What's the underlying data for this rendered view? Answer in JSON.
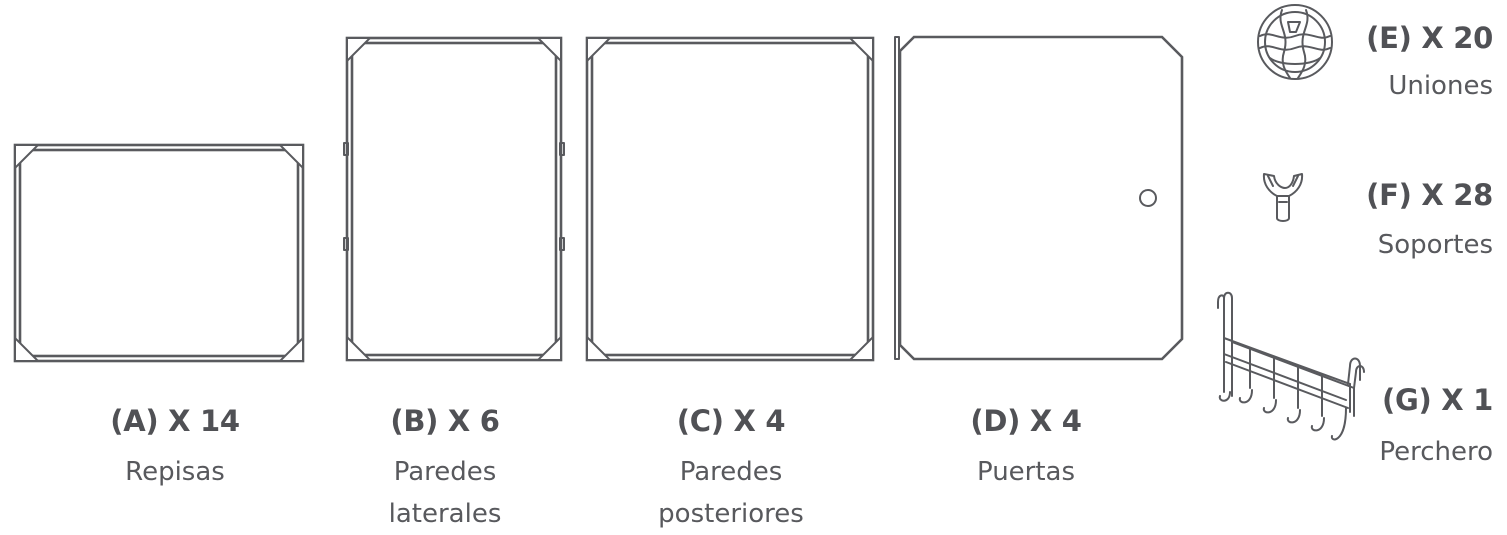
{
  "parts": [
    {
      "id": "A",
      "code": "(A) X 14",
      "name": [
        "Repisas"
      ]
    },
    {
      "id": "B",
      "code": "(B) X 6",
      "name": [
        "Paredes",
        "laterales"
      ]
    },
    {
      "id": "C",
      "code": "(C) X 4",
      "name": [
        "Paredes",
        "posteriores"
      ]
    },
    {
      "id": "D",
      "code": "(D) X 4",
      "name": [
        "Puertas"
      ]
    },
    {
      "id": "E",
      "code": "(E) X 20",
      "name": [
        "Uniones"
      ]
    },
    {
      "id": "F",
      "code": "(F) X 28",
      "name": [
        "Soportes"
      ]
    },
    {
      "id": "G",
      "code": "(G) X 1",
      "name": [
        "Perchero"
      ]
    }
  ],
  "colors": {
    "line": "#595a5e",
    "text": "#505155"
  }
}
